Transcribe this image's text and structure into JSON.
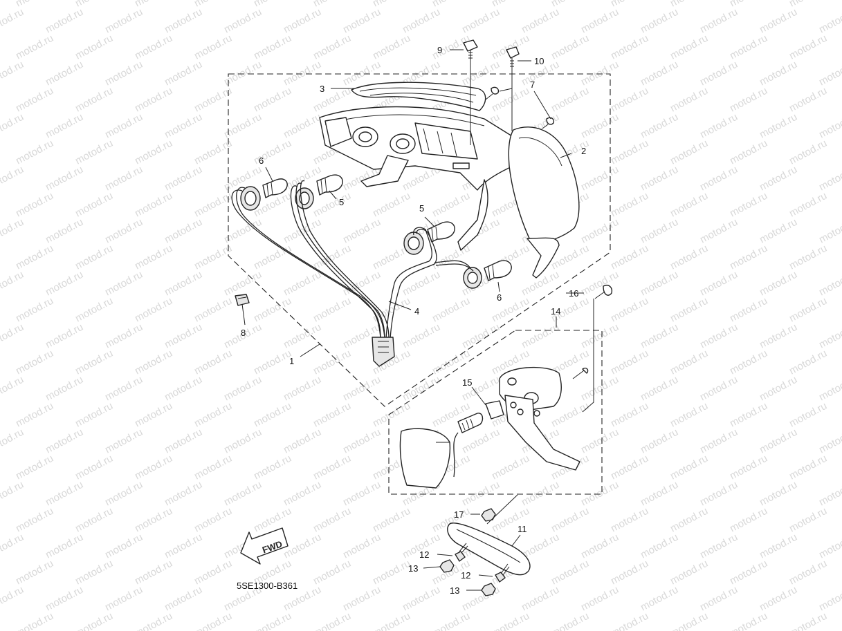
{
  "watermark": "motod.ru",
  "diagram_code": "5SE1300-B361",
  "fwd_label": "FWD",
  "callouts": {
    "c1": "1",
    "c2": "2",
    "c3": "3",
    "c4": "4",
    "c5a": "5",
    "c5b": "5",
    "c6a": "6",
    "c6b": "6",
    "c7": "7",
    "c8": "8",
    "c9": "9",
    "c10": "10",
    "c11": "11",
    "c12a": "12",
    "c12b": "12",
    "c13a": "13",
    "c13b": "13",
    "c14": "14",
    "c15": "15",
    "c16": "16",
    "c17": "17"
  }
}
